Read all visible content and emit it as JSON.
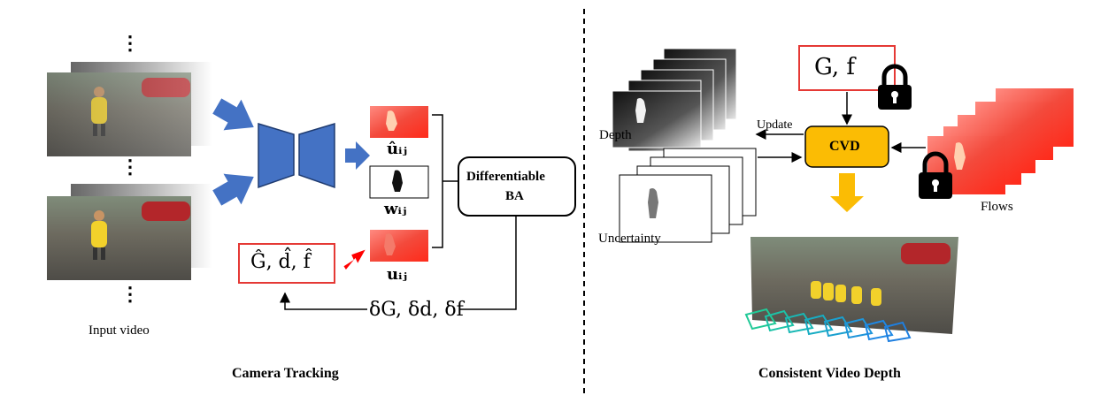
{
  "left_panel": {
    "title": "Camera Tracking",
    "input_label": "Input video",
    "ellipsis": "⋮",
    "flow_hat_label": "ûᵢⱼ",
    "weight_label": "wᵢⱼ",
    "flow_label": "uᵢⱼ",
    "ba_block": [
      "Differentiable",
      "BA"
    ],
    "state_label": "Ĝ, d̂, f̂",
    "update_label": "δG, δd, δf"
  },
  "right_panel": {
    "title": "Consistent Video Depth",
    "depth_label": "Depth",
    "uncertainty_label": "Uncertainty",
    "flows_label": "Flows",
    "update_label": "Update",
    "cvd_block": "CVD",
    "frozen_label": "G, f"
  },
  "colors": {
    "encoder_blue": "#4472c4",
    "arrow_red": "#ff0000",
    "box_red": "#e53935",
    "cvd_gold": "#fbbc04",
    "arrow_gold": "#fbbc04",
    "flow_red": "#f34a3c",
    "camera_teal": "#20c997",
    "camera_blue": "#1e88e5"
  },
  "icons": [
    "lock-icon",
    "ellipsis-icon"
  ]
}
